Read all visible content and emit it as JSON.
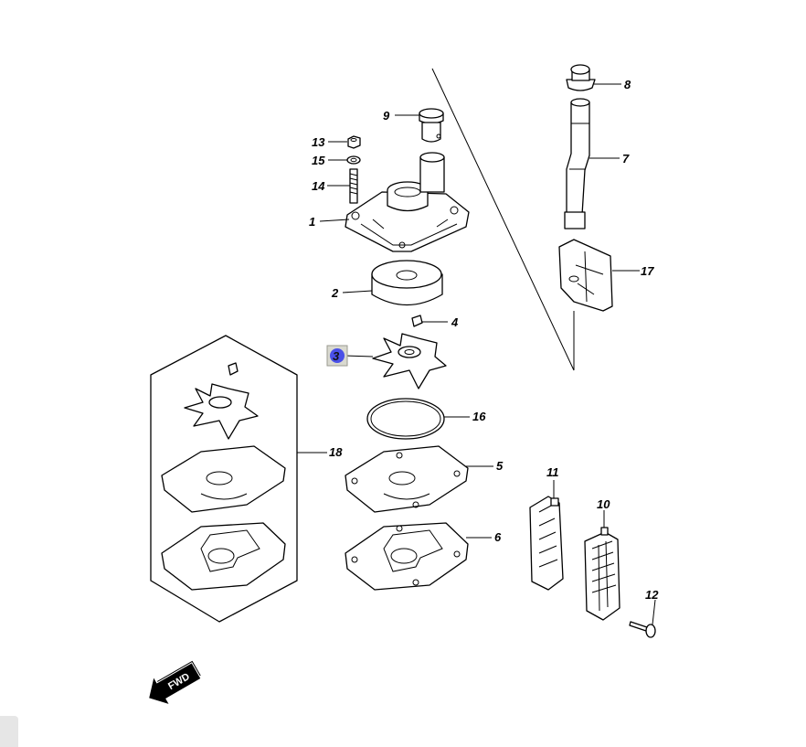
{
  "diagram": {
    "callouts": [
      {
        "id": "1",
        "label": "1"
      },
      {
        "id": "2",
        "label": "2"
      },
      {
        "id": "3",
        "label": "3",
        "highlighted": true
      },
      {
        "id": "4",
        "label": "4"
      },
      {
        "id": "5",
        "label": "5"
      },
      {
        "id": "6",
        "label": "6"
      },
      {
        "id": "7",
        "label": "7"
      },
      {
        "id": "8",
        "label": "8"
      },
      {
        "id": "9",
        "label": "9"
      },
      {
        "id": "10",
        "label": "10"
      },
      {
        "id": "11",
        "label": "11"
      },
      {
        "id": "12",
        "label": "12"
      },
      {
        "id": "13",
        "label": "13"
      },
      {
        "id": "14",
        "label": "14"
      },
      {
        "id": "15",
        "label": "15"
      },
      {
        "id": "16",
        "label": "16"
      },
      {
        "id": "17",
        "label": "17"
      },
      {
        "id": "18",
        "label": "18"
      }
    ],
    "fwd_label": "FWD",
    "highlight_color": "#4a50e8"
  }
}
